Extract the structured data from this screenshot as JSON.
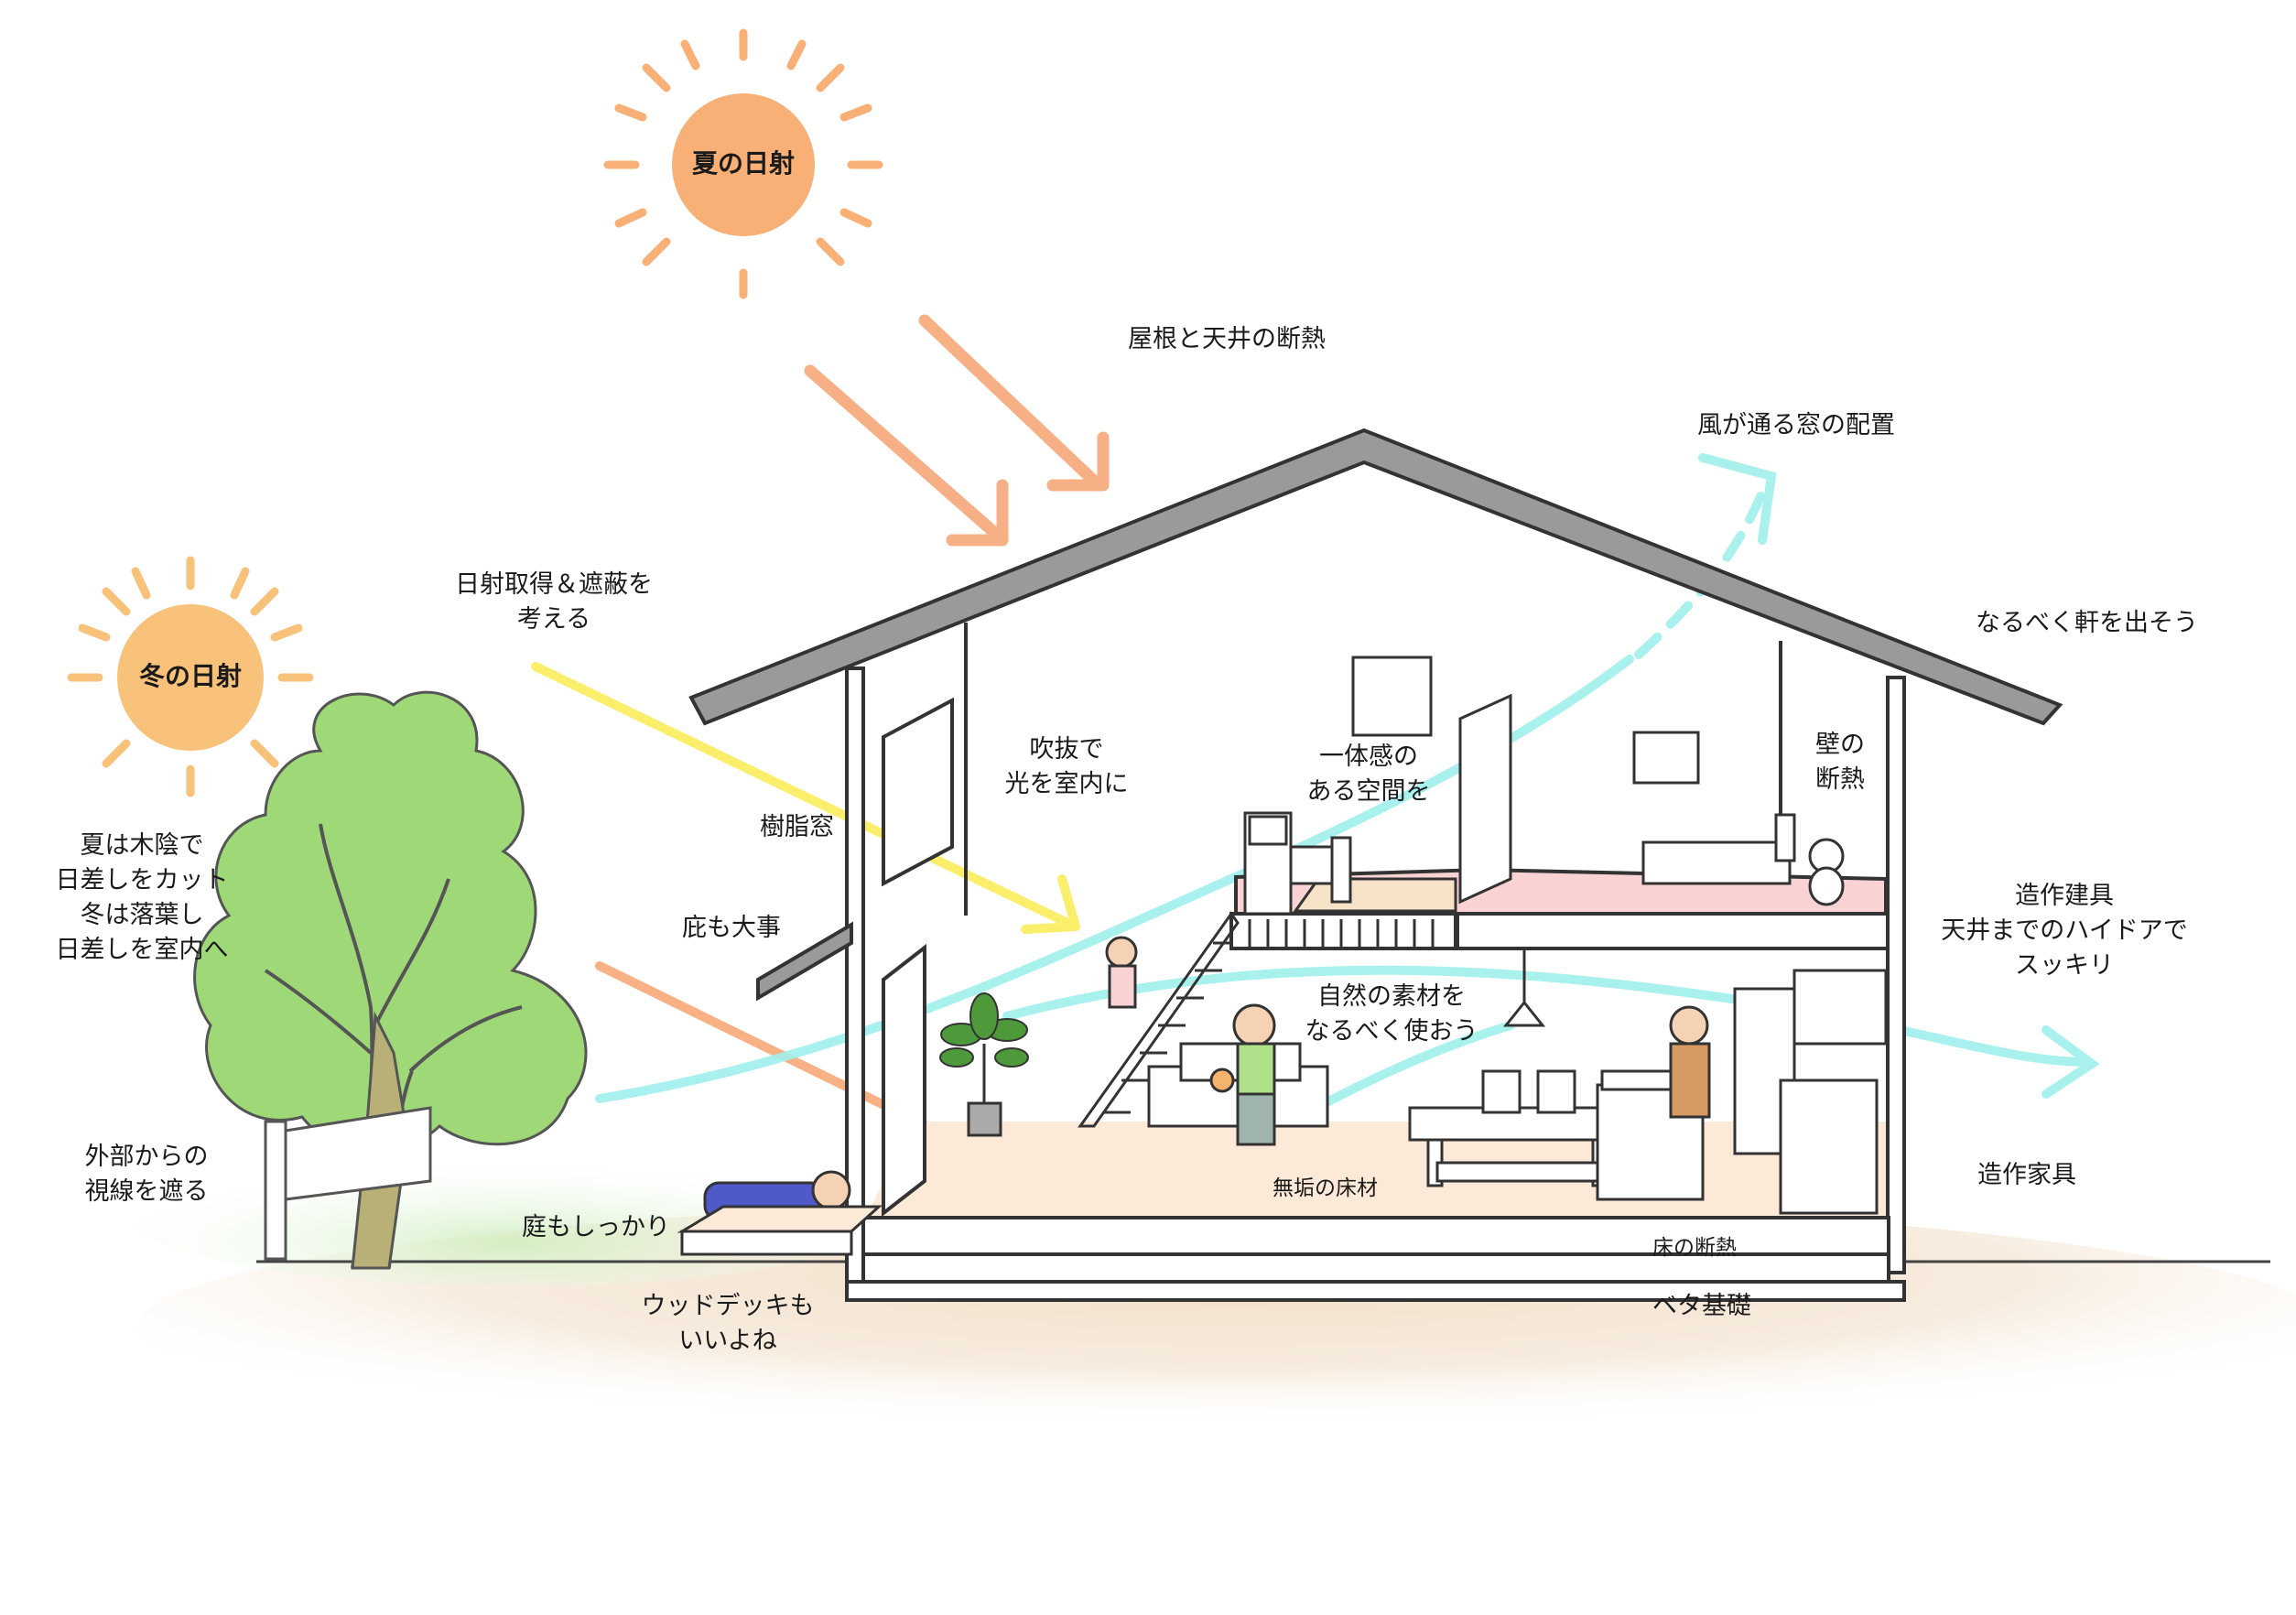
{
  "suns": {
    "summer": "夏の日射",
    "winter": "冬の日射"
  },
  "labels": {
    "roof_insulation": "屋根と天井の断熱",
    "window_airflow": "風が通る窓の配置",
    "eaves": "なるべく軒を出そう",
    "solar_gain": [
      "日射取得＆遮蔽を",
      "考える"
    ],
    "tree_shade": [
      "夏は木陰で",
      "日差しをカット",
      "冬は落葉し",
      "日差しを室内へ"
    ],
    "block_view": [
      "外部からの",
      "視線を遮る"
    ],
    "resin_window": "樹脂窓",
    "canopy": "庇も大事",
    "atrium": [
      "吹抜で",
      "光を室内に"
    ],
    "unity_space": [
      "一体感の",
      "ある空間を"
    ],
    "wall_insulation": [
      "壁の",
      "断熱"
    ],
    "built_in_fittings": [
      "造作建具",
      "天井までのハイドアで",
      "スッキリ"
    ],
    "natural_materials": [
      "自然の素材を",
      "なるべく使おう"
    ],
    "solid_flooring": "無垢の床材",
    "garden": "庭もしっかり",
    "floor_insulation": "床の断熱",
    "wood_deck": [
      "ウッドデッキも",
      "いいよね"
    ],
    "mat_foundation": "ベタ基礎",
    "built_in_furniture": "造作家具"
  },
  "colors": {
    "sun": "#f8b077",
    "sun_winter": "#f8c27a",
    "arrow_sun": "#f7a878",
    "arrow_winter": "#fbee6a",
    "wind": "#9ff0ec",
    "tree": "#9fd977",
    "trunk": "#b8b077",
    "ground": "#f1dcc4",
    "house_line": "#3a3a3a",
    "roof_fill": "#9a9a9a",
    "floor_wood": "#fde9d7",
    "bedroom_floor": "#f9d3d3",
    "line": "#333333"
  }
}
